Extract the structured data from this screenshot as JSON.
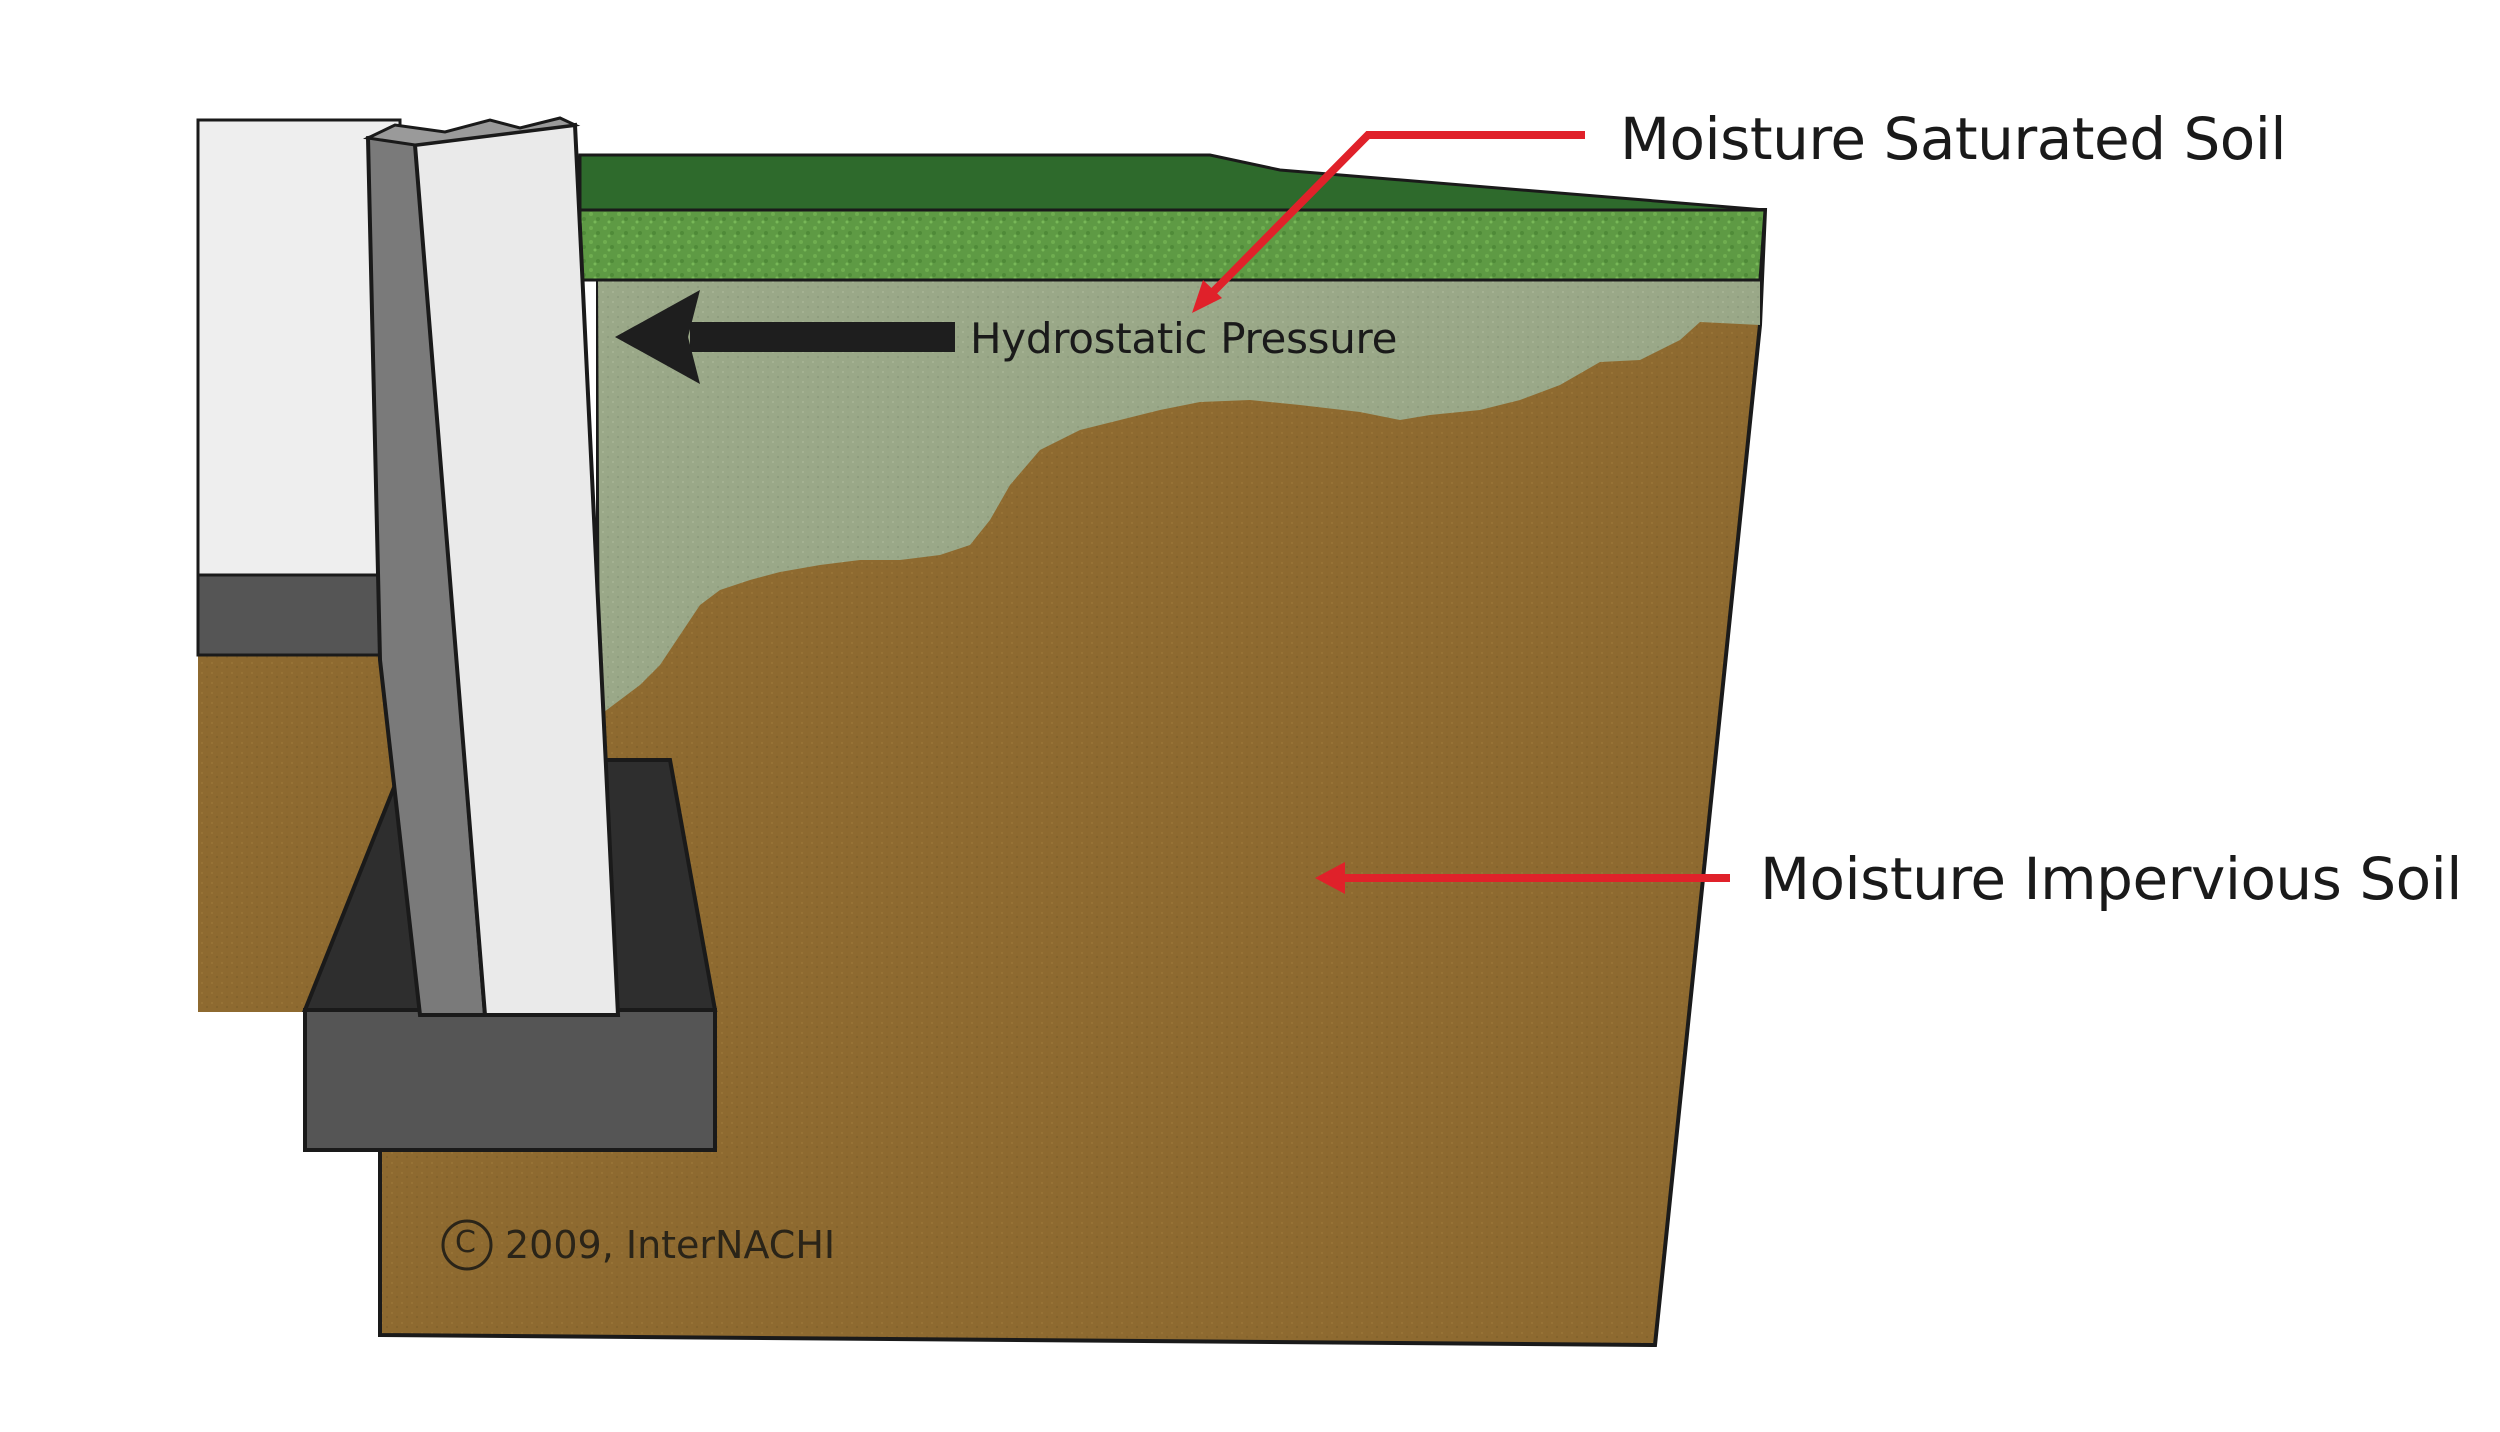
{
  "labels": {
    "saturated": "Moisture Saturated Soil",
    "impervious": "Moisture Impervious Soil",
    "pressure": "Hydrostatic Pressure",
    "copyright": "2009, InterNACHI",
    "copyright_symbol": "C"
  },
  "colors": {
    "grass_top": "#2e6a2c",
    "grass_front": "#5e9a44",
    "saturated_soil": "#9aa888",
    "impervious_soil": "#8e6a30",
    "wall": "#e8e8e8",
    "wall_shadow": "#7a7a7a",
    "footing": "#555555",
    "footing_dark": "#2e2e2e",
    "annotation_red": "#e0212a",
    "pressure_arrow": "#1e1e1e"
  }
}
